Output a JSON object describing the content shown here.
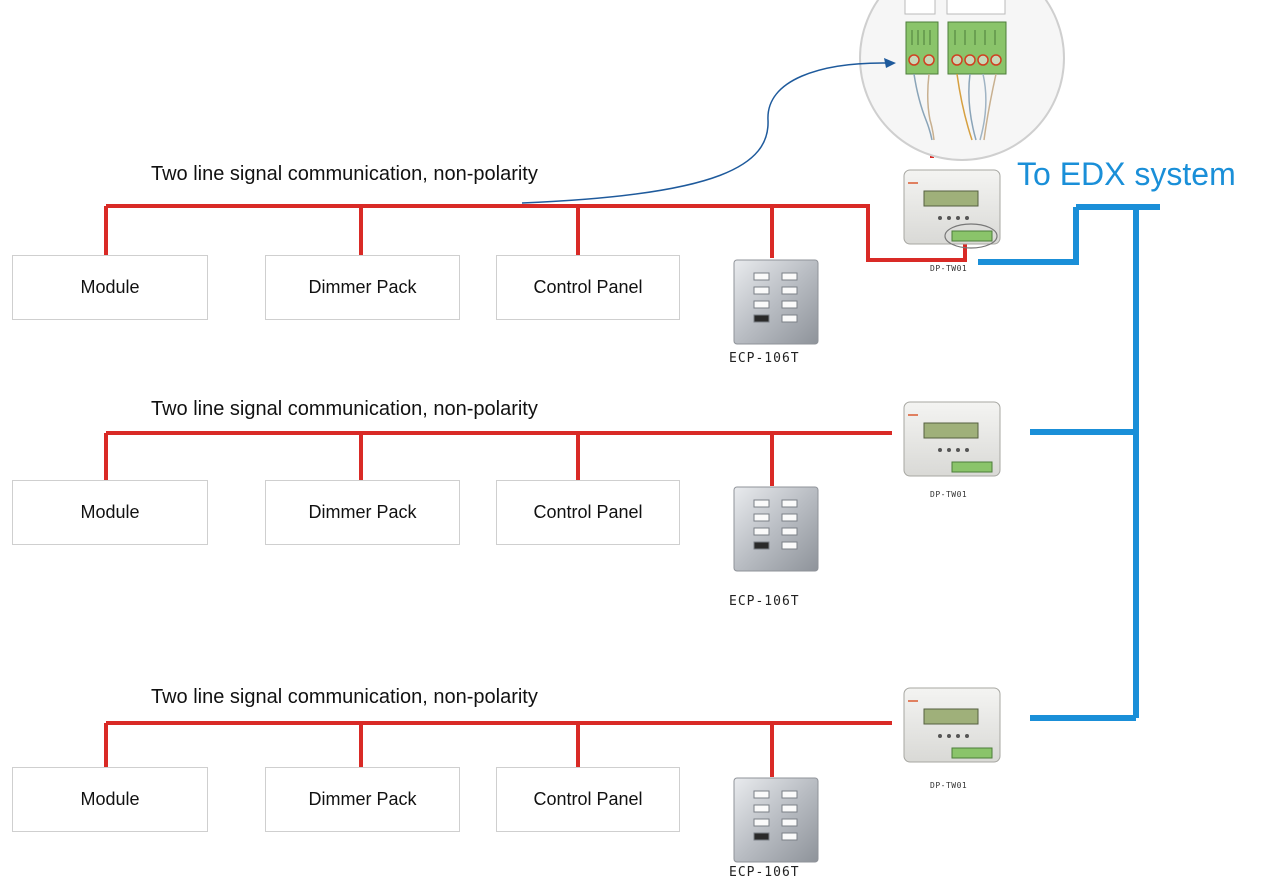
{
  "edx_label": "To EDX system",
  "rows": [
    {
      "bus_label": "Two line signal communication, non-polarity",
      "boxes": [
        "Module",
        "Dimmer Pack",
        "Control Panel"
      ],
      "panel_label": "ECP-106T",
      "gateway_label": "DP-TW01"
    },
    {
      "bus_label": "Two line signal communication, non-polarity",
      "boxes": [
        "Module",
        "Dimmer Pack",
        "Control Panel"
      ],
      "panel_label": "ECP-106T",
      "gateway_label": "DP-TW01"
    },
    {
      "bus_label": "Two line signal communication, non-polarity",
      "boxes": [
        "Module",
        "Dimmer Pack",
        "Control Panel"
      ],
      "panel_label": "ECP-106T",
      "gateway_label": "DP-TW01"
    }
  ],
  "colors": {
    "bus_wire": "#d92a26",
    "edx_wire": "#1a8fd8",
    "box_border": "#cfcfcf",
    "terminal": "#8ac46a"
  }
}
